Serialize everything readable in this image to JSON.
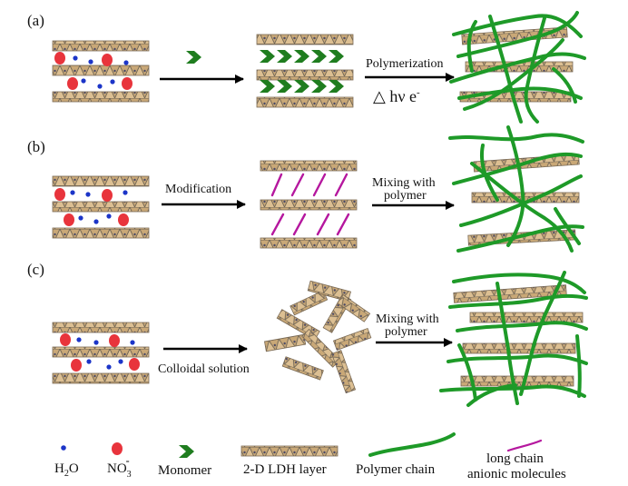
{
  "panels": [
    {
      "label": "(a)",
      "step_label": "",
      "react_lines": [
        "Polymerization"
      ],
      "conditions": {
        "tri": "△",
        "hv": " hν e",
        "sup": "-"
      }
    },
    {
      "label": "(b)",
      "step_label": "Modification",
      "react_lines": [
        "Mixing with",
        "polymer"
      ]
    },
    {
      "label": "(c)",
      "step_label": "Colloidal solution",
      "react_lines": [
        "Mixing with",
        "polymer"
      ]
    }
  ],
  "legend": {
    "water": {
      "main": "H",
      "sub": "2",
      "tail": "O"
    },
    "nitrate": {
      "main": "NO",
      "sub": "3",
      "sup": "-"
    },
    "monomer": "Monomer",
    "ldh_layer": "2-D LDH layer",
    "polymer_chain": "Polymer chain",
    "long_chain": [
      "long chain",
      "anionic molecules"
    ]
  },
  "colors": {
    "layer_fill": "#d8b98a",
    "layer_edge": "#7a6a55",
    "polymer": "#1e9a28",
    "monomer": "#1f7d1f",
    "nitrate": "#e8343c",
    "water": "#1c35c8",
    "long_chain": "#b5179e",
    "arrow": "#000000"
  }
}
